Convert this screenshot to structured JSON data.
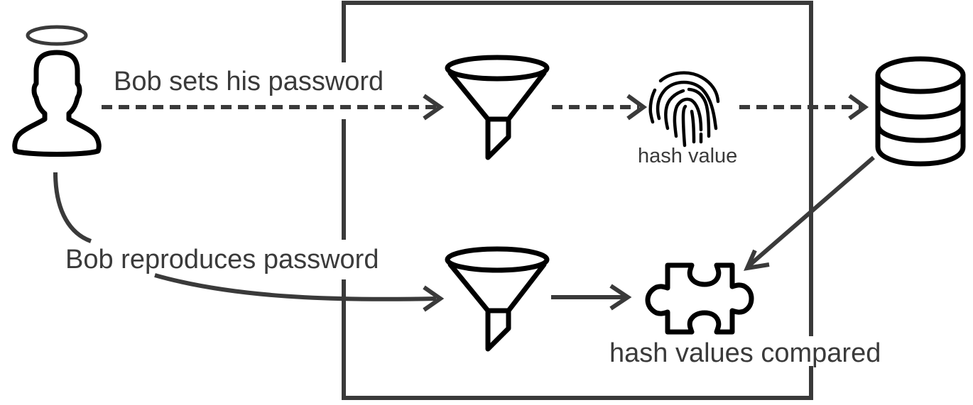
{
  "diagram": {
    "title": "Password hashing: setting and verifying a password",
    "colors": {
      "line": "#3a3a3a",
      "icon": "#000000",
      "background": "#ffffff"
    },
    "actors": {
      "user": {
        "name": "Bob",
        "icon": "user-with-halo-icon"
      }
    },
    "labels": {
      "set_password": "Bob sets his password",
      "reproduce_password": "Bob reproduces password",
      "hash_value": "hash value",
      "hash_values_compared": "hash values compared"
    },
    "nodes": [
      {
        "id": "user",
        "icon": "user-with-halo-icon"
      },
      {
        "id": "hash-function-set",
        "icon": "funnel-icon"
      },
      {
        "id": "hash-value",
        "icon": "fingerprint-icon",
        "label_key": "hash_value"
      },
      {
        "id": "database",
        "icon": "database-icon"
      },
      {
        "id": "hash-function-verify",
        "icon": "funnel-icon"
      },
      {
        "id": "comparison",
        "icon": "puzzle-piece-icon",
        "label_key": "hash_values_compared"
      }
    ],
    "edges": [
      {
        "from": "user",
        "to": "hash-function-set",
        "style": "dashed",
        "label_key": "set_password"
      },
      {
        "from": "hash-function-set",
        "to": "hash-value",
        "style": "dashed"
      },
      {
        "from": "hash-value",
        "to": "database",
        "style": "dashed"
      },
      {
        "from": "user",
        "to": "hash-function-verify",
        "style": "solid",
        "label_key": "reproduce_password"
      },
      {
        "from": "hash-function-verify",
        "to": "comparison",
        "style": "solid"
      },
      {
        "from": "database",
        "to": "comparison",
        "style": "solid"
      }
    ]
  }
}
